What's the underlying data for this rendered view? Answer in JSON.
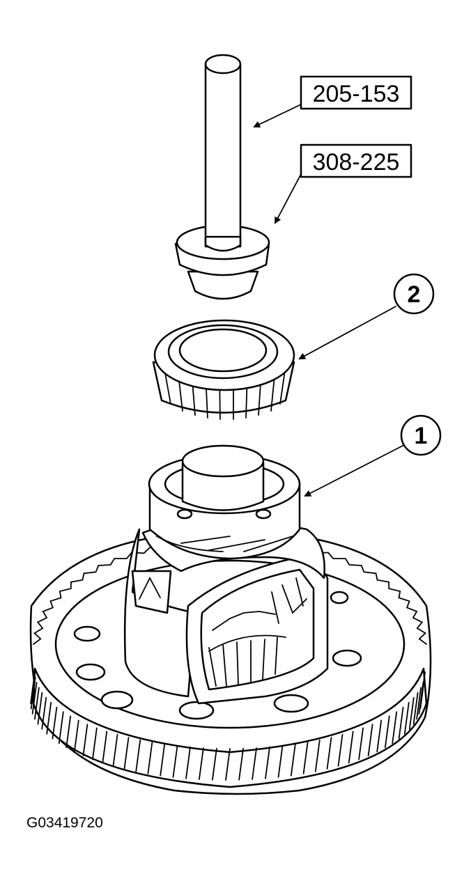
{
  "figure_id": "G03419720",
  "callouts": {
    "tool_a": "205-153",
    "tool_b": "308-225",
    "item_2": "2",
    "item_1": "1"
  }
}
